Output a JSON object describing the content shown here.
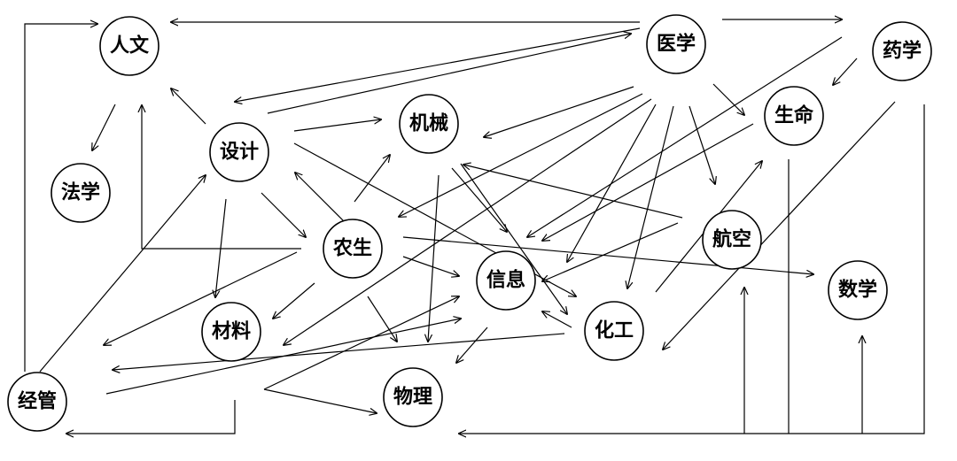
{
  "nodes": {
    "renwen": "人文",
    "yixue": "医学",
    "yaoxue": "药学",
    "faxue": "法学",
    "sheji": "设计",
    "jixie": "机械",
    "shengming": "生命",
    "nongsheng": "农生",
    "hangkong": "航空",
    "xinxi": "信息",
    "shuxue": "数学",
    "cailiao": "材料",
    "huagong": "化工",
    "jingguan": "经管",
    "wuli": "物理"
  }
}
